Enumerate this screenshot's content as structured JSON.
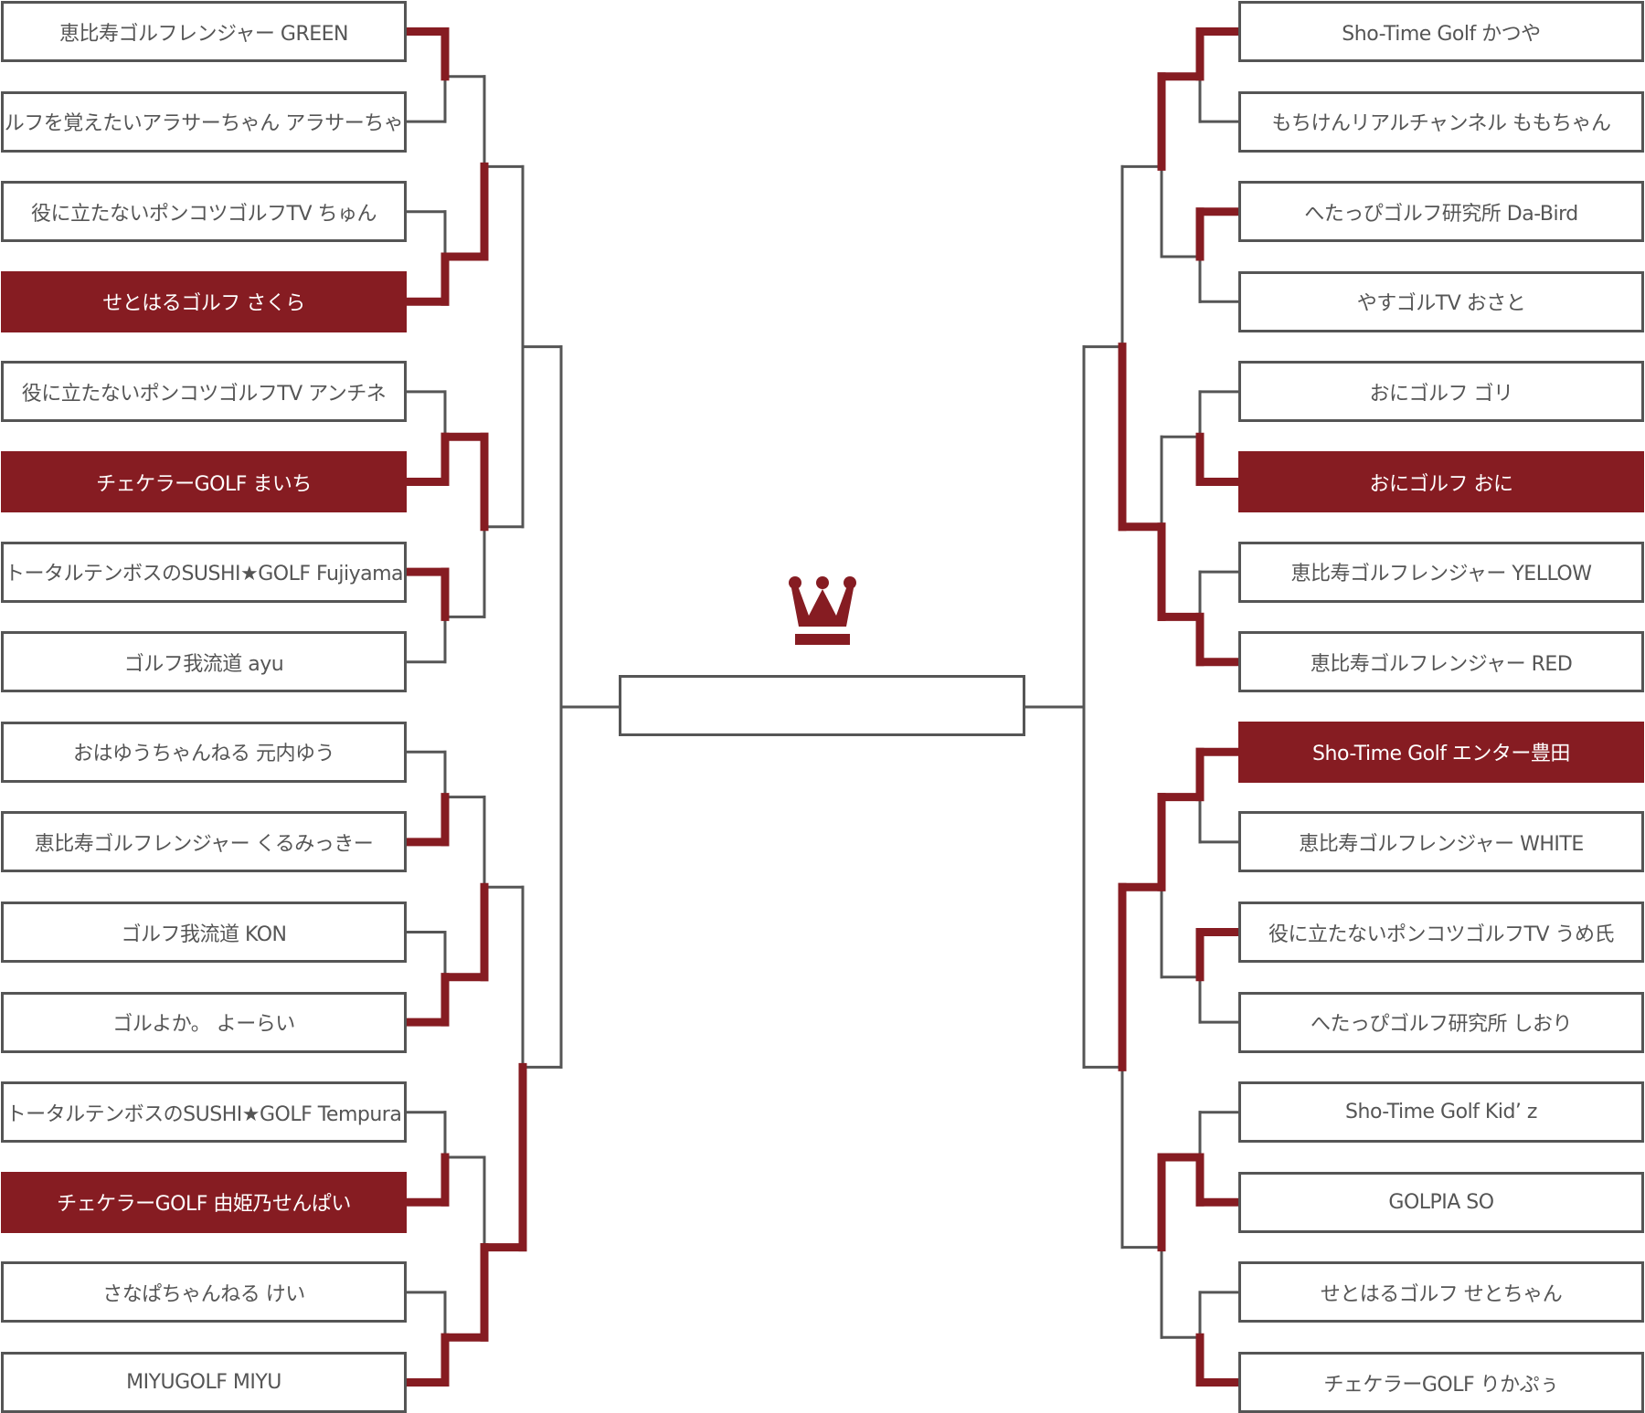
{
  "colors": {
    "accent": "#861c22",
    "line": "#555555",
    "text": "#555555",
    "winner_text": "#ffffff"
  },
  "left_teams": [
    {
      "name": "恵比寿ゴルフレンジャー GREEN",
      "winner": false
    },
    {
      "name": "ゴルフを覚えたいアラサーちゃん アラサーちゃん",
      "winner": false
    },
    {
      "name": "役に立たないポンコツゴルフTV ちゅん",
      "winner": false
    },
    {
      "name": "せとはるゴルフ さくら",
      "winner": true
    },
    {
      "name": "役に立たないポンコツゴルフTV アンチネ",
      "winner": false
    },
    {
      "name": "チェケラーGOLF まいち",
      "winner": true
    },
    {
      "name": "トータルテンボスのSUSHI★GOLF Fujiyama",
      "winner": false
    },
    {
      "name": "ゴルフ我流道 ayu",
      "winner": false
    },
    {
      "name": "おはゆうちゃんねる 元内ゆう",
      "winner": false
    },
    {
      "name": "恵比寿ゴルフレンジャー くるみっきー",
      "winner": false
    },
    {
      "name": "ゴルフ我流道 KON",
      "winner": false
    },
    {
      "name": "ゴルよか。 よーらい",
      "winner": false
    },
    {
      "name": "トータルテンボスのSUSHI★GOLF Tempura",
      "winner": false
    },
    {
      "name": "チェケラーGOLF 由姫乃せんぱい",
      "winner": true
    },
    {
      "name": "さなぱちゃんねる けい",
      "winner": false
    },
    {
      "name": "MIYUGOLF MIYU",
      "winner": false
    }
  ],
  "right_teams": [
    {
      "name": "Sho-Time Golf かつや",
      "winner": false
    },
    {
      "name": "もちけんリアルチャンネル ももちゃん",
      "winner": false
    },
    {
      "name": "へたっぴゴルフ研究所 Da-Bird",
      "winner": false
    },
    {
      "name": "やすゴルTV おさと",
      "winner": false
    },
    {
      "name": "おにゴルフ ゴリ",
      "winner": false
    },
    {
      "name": "おにゴルフ おに",
      "winner": true
    },
    {
      "name": "恵比寿ゴルフレンジャー YELLOW",
      "winner": false
    },
    {
      "name": "恵比寿ゴルフレンジャー RED",
      "winner": false
    },
    {
      "name": "Sho-Time Golf エンター豊田",
      "winner": true
    },
    {
      "name": "恵比寿ゴルフレンジャー WHITE",
      "winner": false
    },
    {
      "name": "役に立たないポンコツゴルフTV うめ氏",
      "winner": false
    },
    {
      "name": "へたっぴゴルフ研究所 しおり",
      "winner": false
    },
    {
      "name": "Sho-Time Golf Kid’ z",
      "winner": false
    },
    {
      "name": "GOLPIA SO",
      "winner": false
    },
    {
      "name": "せとはるゴルフ せとちゃん",
      "winner": false
    },
    {
      "name": "チェケラーGOLF りかぷぅ",
      "winner": false
    }
  ],
  "bracket": {
    "left": {
      "r1_winners": [
        0,
        1,
        1,
        0,
        1,
        1,
        1,
        1
      ],
      "r2_winners": [
        1,
        0,
        1,
        1
      ],
      "r3_winners": [
        null,
        1
      ],
      "r4_winner": null
    },
    "right": {
      "r1_winners": [
        0,
        0,
        1,
        1,
        0,
        0,
        1,
        1
      ],
      "r2_winners": [
        0,
        1,
        0,
        0
      ],
      "r3_winners": [
        1,
        0
      ],
      "r4_winner": null
    }
  },
  "icons": {
    "trophy": "crown-icon",
    "final": "final-box"
  }
}
